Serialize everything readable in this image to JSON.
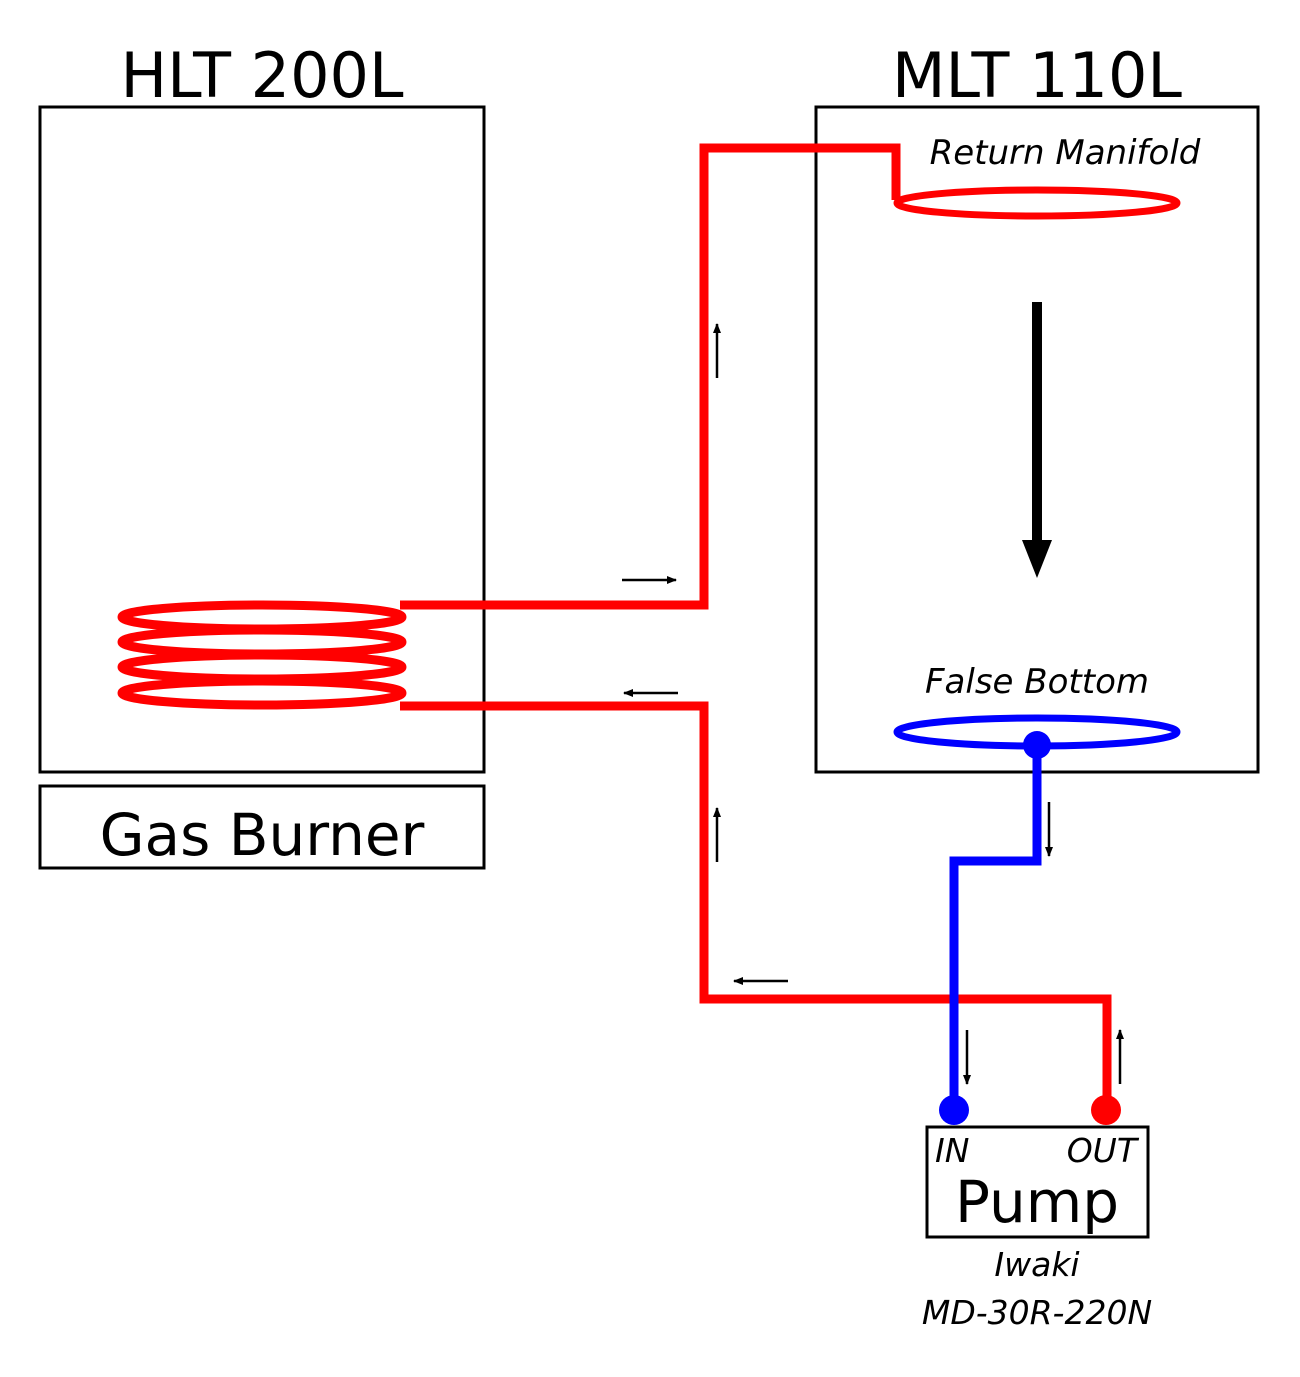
{
  "tanks": {
    "hlt": {
      "title": "HLT 200L"
    },
    "mlt": {
      "title": "MLT 110L",
      "return_manifold": "Return Manifold",
      "false_bottom": "False Bottom"
    }
  },
  "burner": {
    "label": "Gas Burner"
  },
  "pump": {
    "label": "Pump",
    "in_label": "IN",
    "out_label": "OUT",
    "maker": "Iwaki",
    "model": "MD-30R-220N"
  },
  "colors": {
    "hot_line": "#ff0000",
    "wort_line": "#0000ff",
    "outline": "#000000"
  }
}
